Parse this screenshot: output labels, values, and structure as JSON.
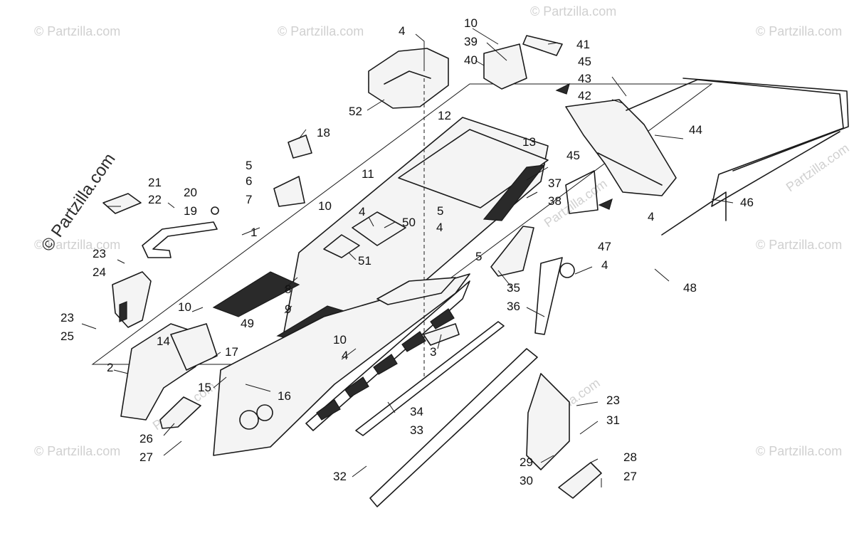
{
  "watermark": {
    "corner_text": "© Partzilla.com",
    "side_text": "© Partzilla.com",
    "diag_text": "Partzilla.com"
  },
  "callouts": {
    "c1": "1",
    "c2": "2",
    "c3": "3",
    "c4a": "4",
    "c4b": "4",
    "c4c": "4",
    "c4d": "4",
    "c4e": "4",
    "c4f": "4",
    "c5a": "5",
    "c5b": "5",
    "c5c": "5",
    "c6": "6",
    "c7": "7",
    "c8": "8",
    "c9": "9",
    "c10a": "10",
    "c10b": "10",
    "c10c": "10",
    "c10d": "10",
    "c11": "11",
    "c12": "12",
    "c13": "13",
    "c14": "14",
    "c15": "15",
    "c16": "16",
    "c17": "17",
    "c18": "18",
    "c19": "19",
    "c20": "20",
    "c21": "21",
    "c22": "22",
    "c23a": "23",
    "c23b": "23",
    "c23c": "23",
    "c24": "24",
    "c25": "25",
    "c26": "26",
    "c27a": "27",
    "c27b": "27",
    "c28": "28",
    "c29": "29",
    "c30": "30",
    "c31": "31",
    "c32": "32",
    "c33": "33",
    "c34": "34",
    "c35": "35",
    "c36": "36",
    "c37": "37",
    "c38": "38",
    "c39": "39",
    "c40": "40",
    "c41": "41",
    "c42": "42",
    "c43": "43",
    "c44": "44",
    "c45a": "45",
    "c45b": "45",
    "c46": "46",
    "c47": "47",
    "c48": "48",
    "c49": "49",
    "c50": "50",
    "c51": "51",
    "c52": "52"
  }
}
